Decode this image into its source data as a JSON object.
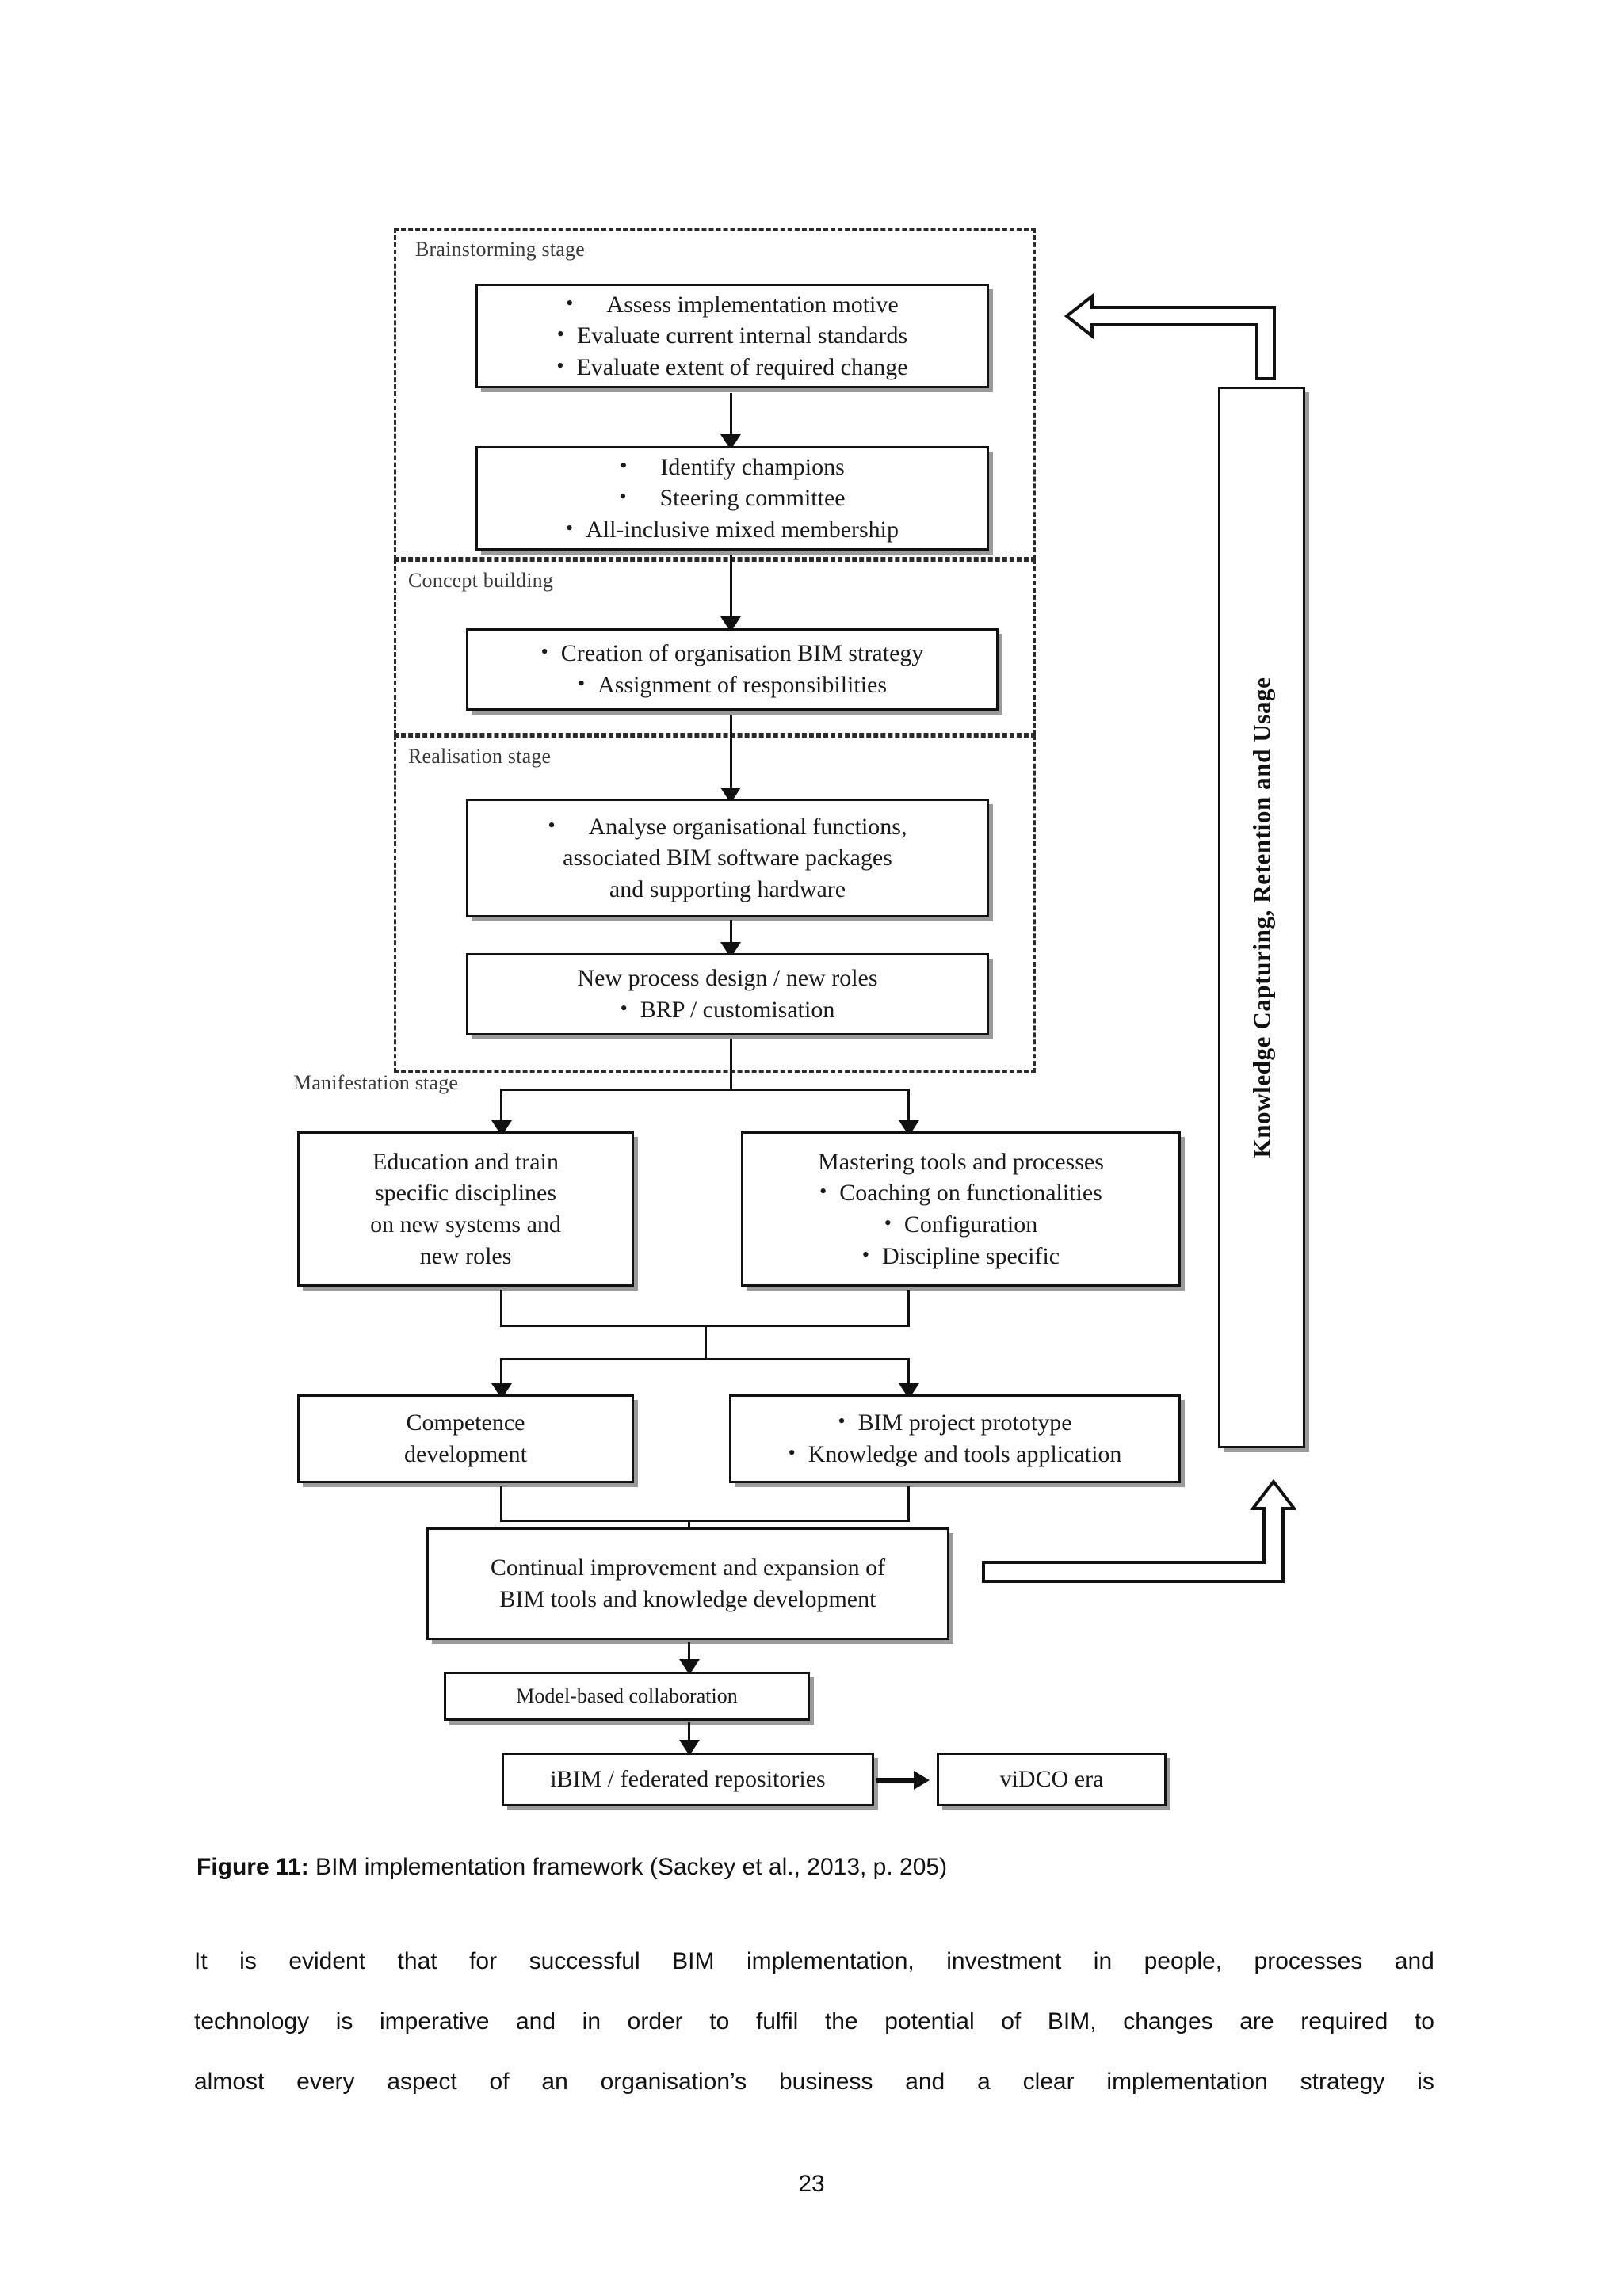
{
  "figure": {
    "stages": [
      {
        "label": "Brainstorming stage"
      },
      {
        "label": "Concept building"
      },
      {
        "label": "Realisation stage"
      },
      {
        "label": "Manifestation stage"
      }
    ],
    "boxes": {
      "assess": {
        "lines": [
          "Assess implementation motive",
          "Evaluate current internal standards",
          "Evaluate extent of required change"
        ]
      },
      "champions": {
        "lines": [
          "Identify champions",
          "Steering committee",
          "All-inclusive mixed membership"
        ]
      },
      "strategy": {
        "lines": [
          "Creation of organisation BIM strategy",
          "Assignment of responsibilities"
        ]
      },
      "analyse": {
        "lines": [
          "Analyse organisational functions,",
          "associated BIM software packages",
          "and supporting hardware"
        ]
      },
      "process": {
        "lines": [
          "New process design / new roles",
          "BRP / customisation"
        ]
      },
      "education": {
        "lines": [
          "Education and train",
          "specific disciplines",
          "on new systems and",
          "new roles"
        ]
      },
      "mastering": {
        "lines": [
          "Mastering tools and processes",
          "Coaching on functionalities",
          "Configuration",
          "Discipline specific"
        ]
      },
      "competence": {
        "lines": [
          "Competence",
          "development"
        ]
      },
      "prototype": {
        "lines": [
          "BIM project prototype",
          "Knowledge and tools application"
        ]
      },
      "continual": {
        "lines": [
          "Continual improvement and expansion of",
          "BIM tools and knowledge development"
        ]
      },
      "collaboration": {
        "lines": [
          "Model-based collaboration"
        ]
      },
      "ibim": {
        "lines": [
          "iBIM / federated repositories"
        ]
      },
      "vidco": {
        "lines": [
          "viDCO era"
        ]
      }
    },
    "sidebar": {
      "label": "Knowledge Capturing, Retention and Usage"
    }
  },
  "caption": {
    "prefix": "Figure 11:",
    "text": " BIM implementation framework (Sackey et al., 2013, p. 205)"
  },
  "body": {
    "line1": [
      "It",
      "is",
      "evident",
      "that",
      "for",
      "successful",
      "BIM",
      "implementation,",
      "investment",
      "in",
      "people,",
      "processes",
      "and"
    ],
    "line2": [
      "technology",
      "is",
      "imperative",
      "and",
      "in",
      "order",
      "to",
      "fulfil",
      "the",
      "potential",
      "of",
      "BIM,",
      "changes",
      "are",
      "required",
      "to"
    ],
    "line3": [
      "almost",
      "every",
      "aspect",
      "of",
      "an",
      "organisation’s",
      "business",
      "and",
      "a",
      "clear",
      "implementation",
      "strategy",
      "is"
    ]
  },
  "footer": {
    "page_number": "23"
  },
  "colors": {
    "ink": "#111111",
    "stage_label": "#3a3a3a",
    "shadow": "#9a9a9a"
  }
}
